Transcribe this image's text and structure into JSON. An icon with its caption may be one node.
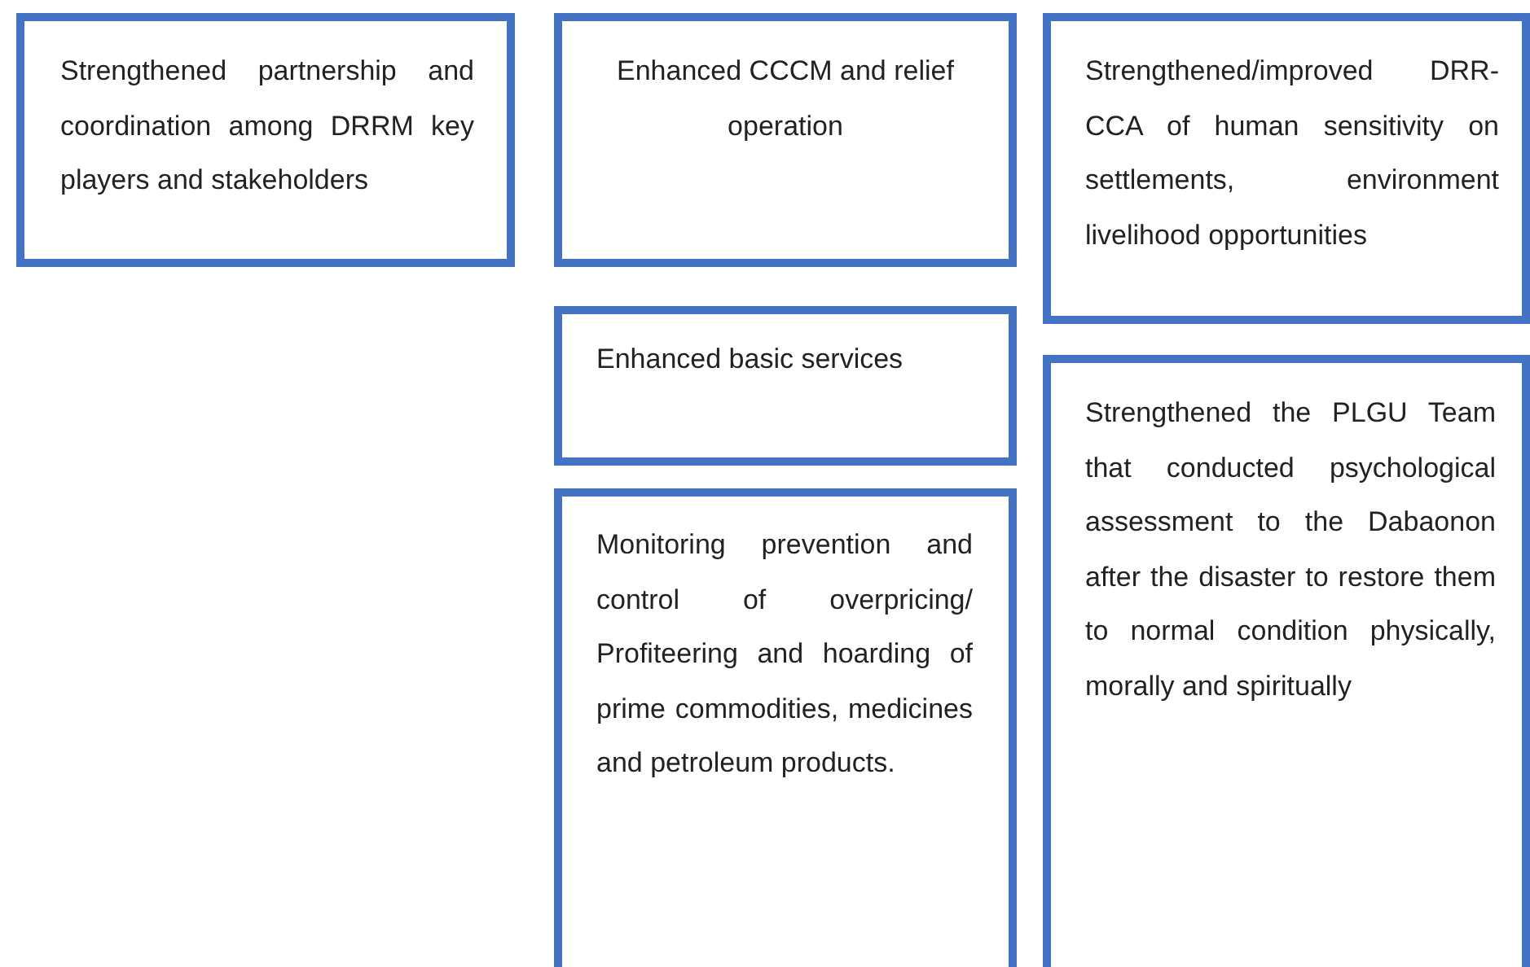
{
  "diagram": {
    "nodes": [
      {
        "text": [
          "Strengthened partnership and coordination among DRRM key players and stakeholders"
        ]
      },
      {
        "text": [
          "Enhanced CCCM and relief operation"
        ]
      },
      {
        "text": [
          "Strengthened/improved DRR-CCA of human sensitivity on settlements, environment livelihood opportunities"
        ]
      },
      {
        "text": [
          "Enhanced basic services"
        ]
      },
      {
        "text": [
          "Monitoring prevention and control of overpricing/ Profiteering and hoarding of prime commodities, medicines and petroleum products."
        ]
      },
      {
        "text": [
          "Strengthened the PLGU Team that conducted psychological assessment to the Dabaonon after the disaster to restore them to normal condition physically, morally and spiritually"
        ]
      }
    ]
  }
}
